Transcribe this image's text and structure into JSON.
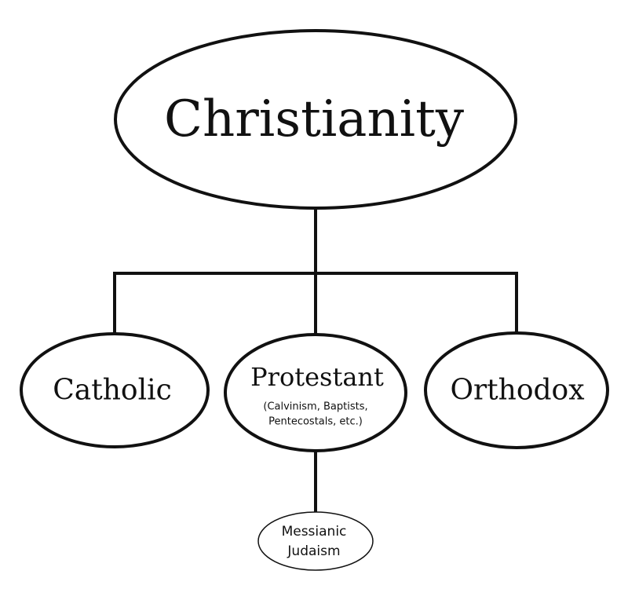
{
  "diagram": {
    "root": {
      "label": "Christianity"
    },
    "branches": {
      "catholic": {
        "label": "Catholic"
      },
      "protestant": {
        "label": "Protestant",
        "sub_line_1": "(Calvinism, Baptists,",
        "sub_line_2": "Pentecostals, etc.)"
      },
      "orthodox": {
        "label": "Orthodox"
      }
    },
    "leaf": {
      "line_1": "Messianic",
      "line_2": "Judaism"
    }
  },
  "colors": {
    "stroke": "#111111",
    "fill": "#ffffff",
    "text": "#111111"
  }
}
